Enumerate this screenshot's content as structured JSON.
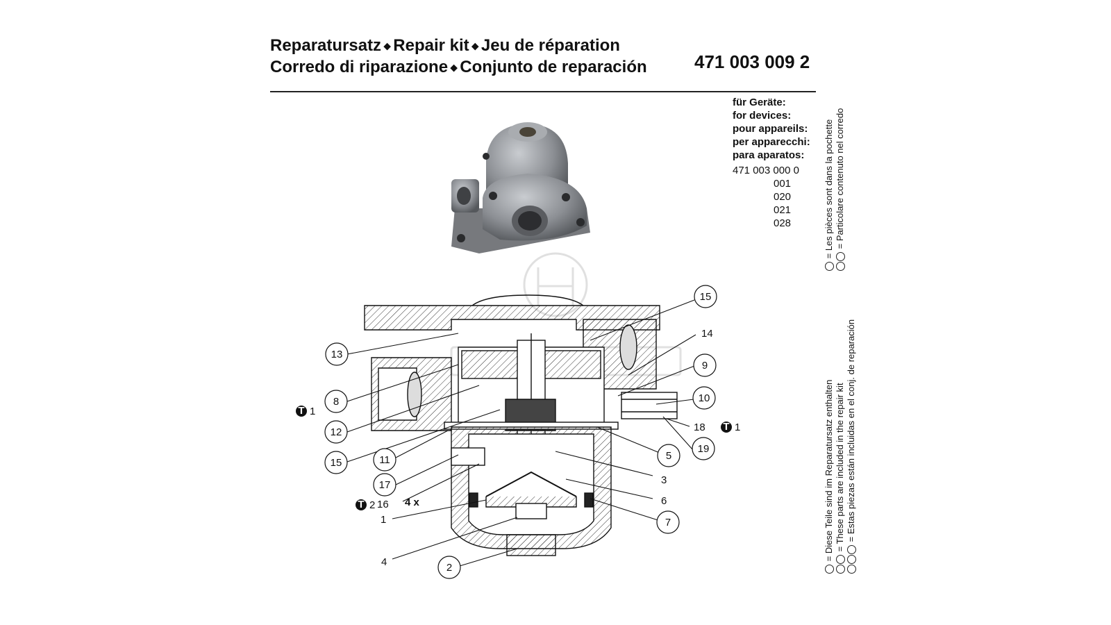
{
  "header": {
    "line1": [
      "Reparatursatz",
      "Repair kit",
      "Jeu de réparation"
    ],
    "line2": [
      "Corredo di riparazione",
      "Conjunto de reparación"
    ],
    "part_number": "471 003 009 2"
  },
  "devices": {
    "labels": [
      "für Geräte:",
      "for devices:",
      "pour appareils:",
      "per apparecchi:",
      "para aparatos:"
    ],
    "base_code": "471 003 000 0",
    "variants": [
      "001",
      "020",
      "021",
      "028"
    ]
  },
  "notes_top": [
    "= Les pièces sont dans la pochette",
    "= Particolare contenuto nel corredo"
  ],
  "notes_bottom": [
    "= Diese Teile sind im Reparatursatz enthalten",
    "= These parts are included in the repair kit",
    "= Estas piezas están incluidas en el conj. de reparación"
  ],
  "callouts": {
    "circled": [
      "15",
      "13",
      "9",
      "10",
      "8",
      "12",
      "15",
      "11",
      "5",
      "19",
      "17",
      "7",
      "2"
    ],
    "plain": [
      "14",
      "18",
      "3",
      "6",
      "16",
      "1",
      "4",
      "4 x"
    ],
    "torque": [
      {
        "mark": "T",
        "num": "1"
      },
      {
        "mark": "T",
        "num": "1"
      },
      {
        "mark": "T",
        "num": "2"
      }
    ]
  },
  "colors": {
    "ink": "#111111",
    "photo_metal": "#8c8f94",
    "hatch": "#333333"
  }
}
